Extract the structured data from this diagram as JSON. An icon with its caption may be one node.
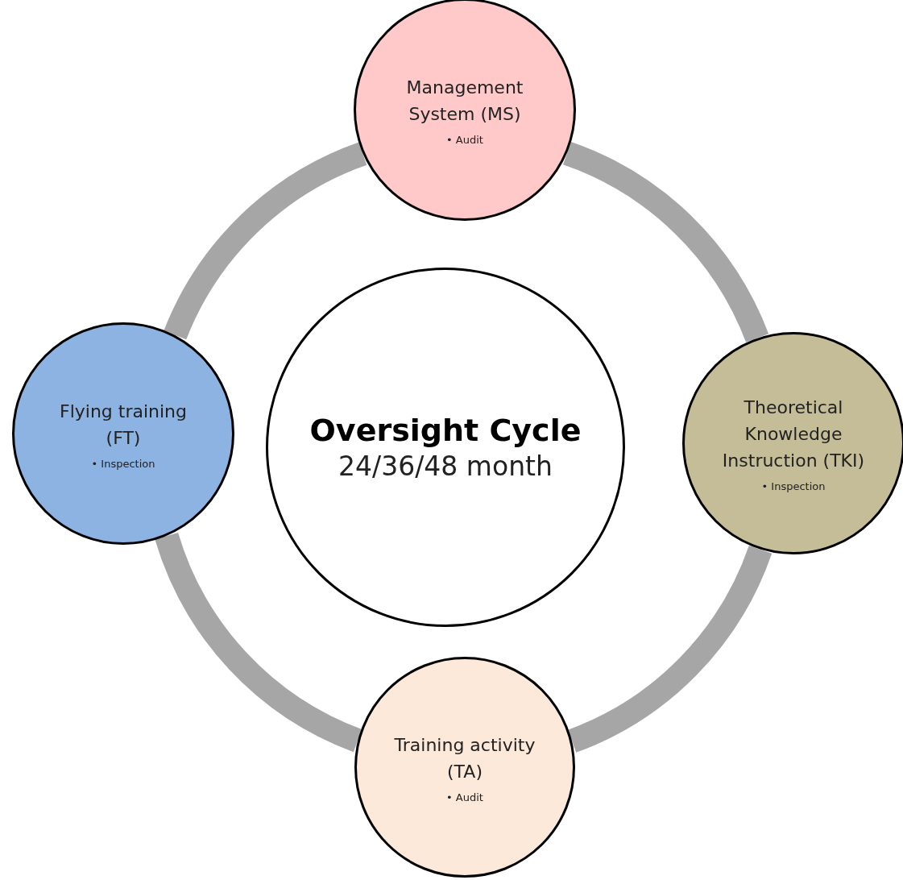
{
  "diagram": {
    "nodes": [
      {
        "text": [
          "Management System (MS)",
          "• Audit"
        ]
      },
      {
        "text": [
          "Theoretical Knowledge Instruction (TKI)",
          "• Inspection"
        ]
      },
      {
        "text": [
          "Training activity (TA)",
          "• Audit"
        ]
      },
      {
        "text": [
          "Flying training (FT)",
          "• Inspection"
        ]
      },
      {
        "text": [
          "Oversight Cycle",
          "24/36/48 month"
        ]
      }
    ],
    "edges": [
      {
        "from": 0,
        "to": 1,
        "arrow": "none"
      },
      {
        "from": 1,
        "to": 2,
        "arrow": "none"
      },
      {
        "from": 2,
        "to": 3,
        "arrow": "none"
      },
      {
        "from": 3,
        "to": 0,
        "arrow": "none"
      }
    ]
  }
}
